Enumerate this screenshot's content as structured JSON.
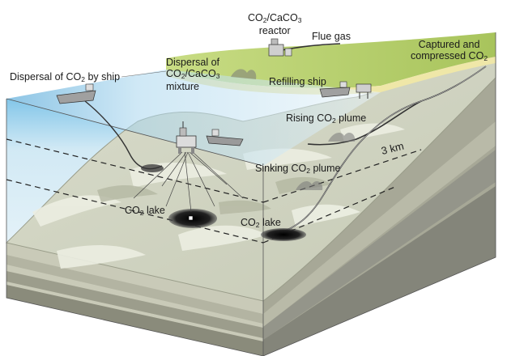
{
  "labels": {
    "reactor_line1": {
      "a": "CO",
      "s1": "2",
      "b": "/CaCO",
      "s2": "3"
    },
    "reactor_line2": "reactor",
    "flue_gas": "Flue gas",
    "captured_line1": "Captured and",
    "captured_line2": {
      "a": "compressed CO",
      "s": "2"
    },
    "dispersal_ship": {
      "a": "Dispersal of CO",
      "s": "2",
      "b": " by ship"
    },
    "dispersal_mixture_line1": "Dispersal of",
    "dispersal_mixture_line2": {
      "a": "CO",
      "s1": "2",
      "b": "/CaCO",
      "s2": "3"
    },
    "dispersal_mixture_line3": "mixture",
    "refilling_ship": "Refilling ship",
    "rising_plume": {
      "a": "Rising CO",
      "s": "2",
      "b": " plume"
    },
    "sinking_plume": {
      "a": "Sinking CO",
      "s": "2",
      "b": " plume"
    },
    "depth": "3 km",
    "lake_left": {
      "a": "CO",
      "s": "2",
      "b": " lake"
    },
    "lake_right": {
      "a": "CO",
      "s": "2",
      "b": " lake"
    }
  },
  "colors": {
    "ocean_top": "#4aa8d8",
    "ocean_side": "#cfe6f2",
    "seabed": "#d2d5c3",
    "seabed_light": "#e6e8dc",
    "land": "#b8d070",
    "cliff": "#9ea08c",
    "strata_dark": "#7d8075",
    "lake": "#1a1a1a"
  }
}
